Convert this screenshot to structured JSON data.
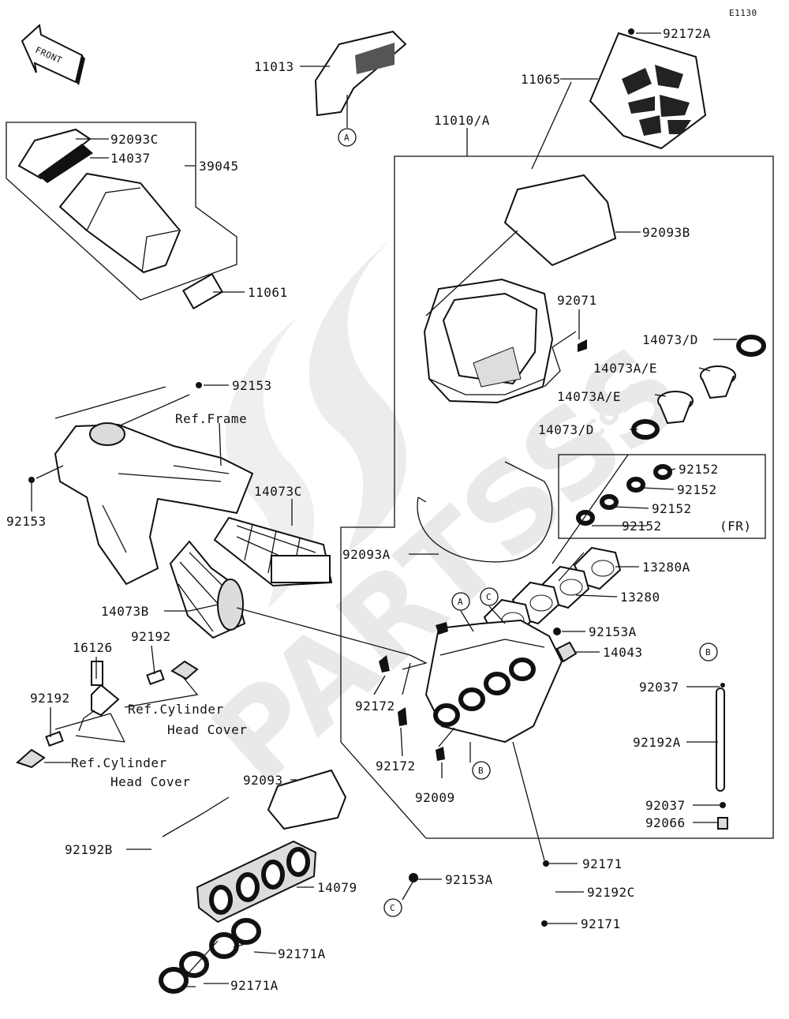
{
  "diagram_code": "E1130",
  "front_arrow_label": "FRONT",
  "watermark": {
    "brand": "PARTSSS",
    "domain": ".com"
  },
  "callouts": {
    "p11013": "11013",
    "p92172A": "92172A",
    "p11065": "11065",
    "p11010A": "11010/A",
    "p92093C": "92093C",
    "p14037": "14037",
    "p39045": "39045",
    "p11061": "11061",
    "p92093B": "92093B",
    "p92071": "92071",
    "p14073D_1": "14073/D",
    "p14073AE_1": "14073A/E",
    "p14073AE_2": "14073A/E",
    "p14073D_2": "14073/D",
    "p92153_top": "92153",
    "ref_frame": "Ref.Frame",
    "p92153_left": "92153",
    "p14073C": "14073C",
    "p92152_1": "92152",
    "p92152_2": "92152",
    "p92152_3": "92152",
    "p92152_4": "92152",
    "fr": "(FR)",
    "p92093A": "92093A",
    "p13280A": "13280A",
    "p13280": "13280",
    "p14073B": "14073B",
    "p16126": "16126",
    "p92192_top": "92192",
    "p92153A_1": "92153A",
    "p14043": "14043",
    "p92192_left": "92192",
    "ref_cyl_1_line1": "Ref.Cylinder",
    "ref_cyl_1_line2": "Head Cover",
    "p92172_1": "92172",
    "p92037_1": "92037",
    "p92192A": "92192A",
    "p92172_2": "92172",
    "ref_cyl_2_line1": "Ref.Cylinder",
    "ref_cyl_2_line2": "Head Cover",
    "p92009": "92009",
    "p92093": "92093",
    "p92037_2": "92037",
    "p92066": "92066",
    "p92192B": "92192B",
    "p92171_1": "92171",
    "p14079": "14079",
    "p92153A_2": "92153A",
    "p92192C": "92192C",
    "p92171_2": "92171",
    "p92171A_1": "92171A",
    "p92171A_2": "92171A"
  },
  "reference_markers": {
    "A_top": "A",
    "A_box": "A",
    "C_box": "C",
    "B_box": "B",
    "B_right": "B",
    "C_bottom": "C"
  }
}
